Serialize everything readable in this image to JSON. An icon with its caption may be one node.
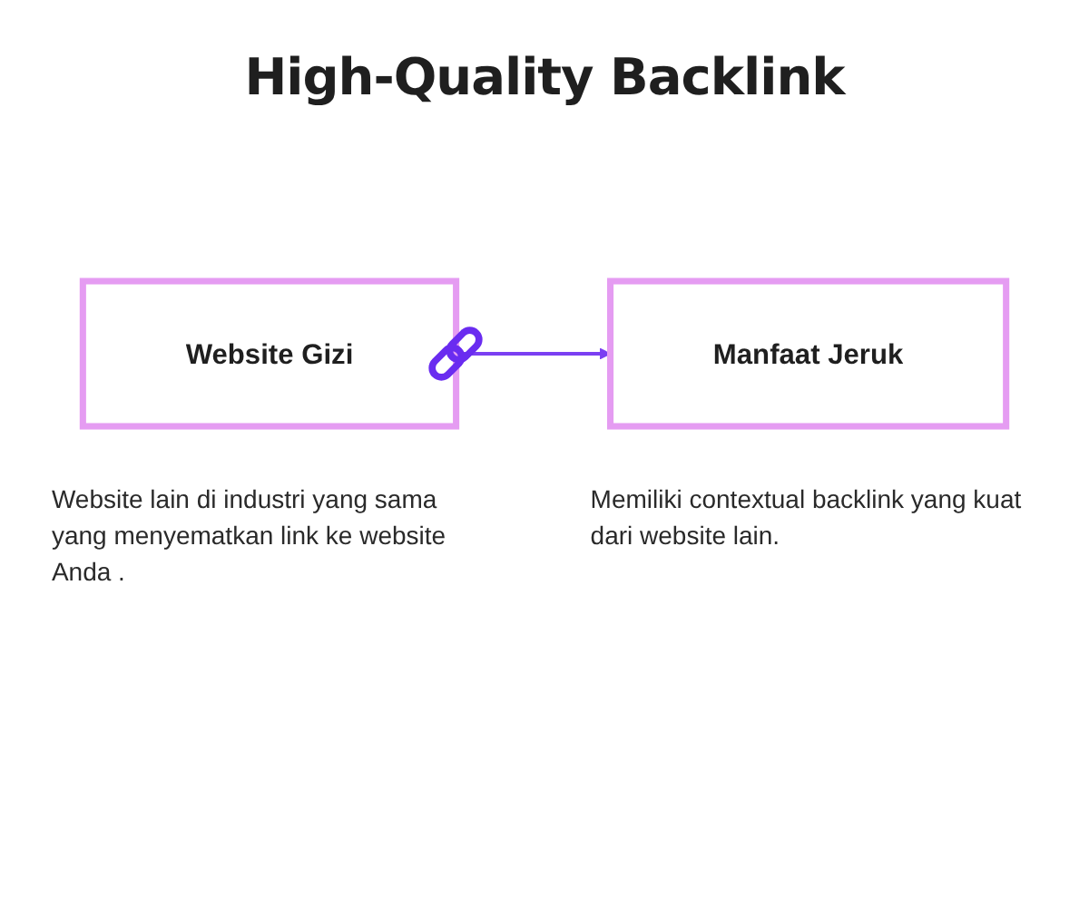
{
  "diagram": {
    "title": "High-Quality Backlink",
    "nodes": [
      {
        "text": [
          "Website Gizi"
        ],
        "beside": [
          "Website lain di industri yang sama yang menyematkan link ke website Anda ."
        ]
      },
      {
        "text": [
          "Manfaat Jeruk"
        ],
        "beside": [
          "Memiliki contextual backlink yang kuat dari website lain."
        ]
      }
    ],
    "edges": [
      {
        "from": 0,
        "to": 1,
        "arrow": "to"
      }
    ]
  }
}
